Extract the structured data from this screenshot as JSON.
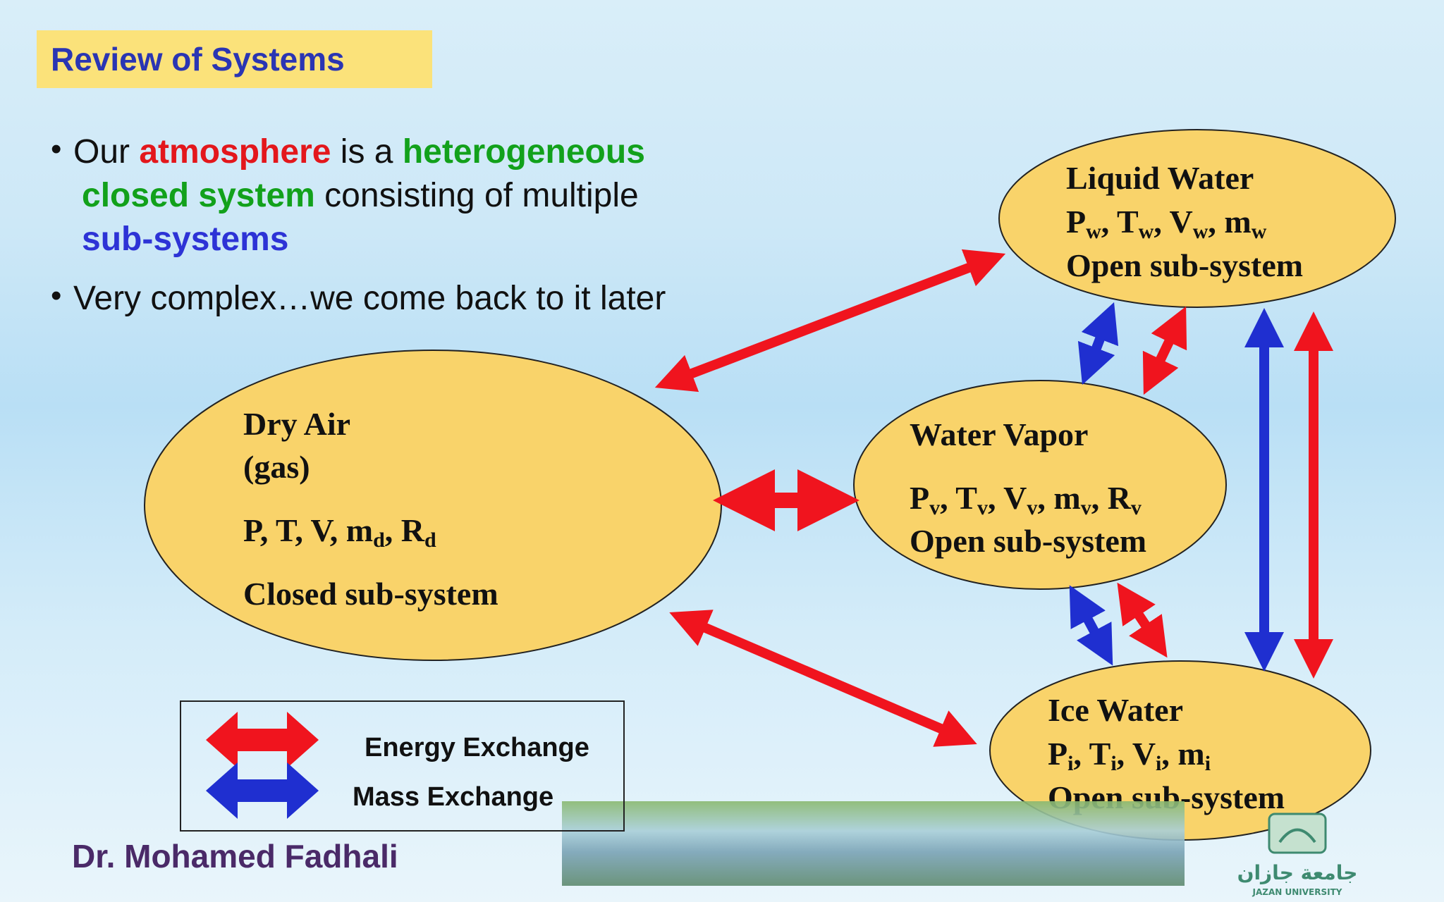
{
  "title": "Review of Systems",
  "bullets": {
    "b1": {
      "p1": "Our ",
      "atmosphere": "atmosphere",
      "p2": " is a ",
      "heterogeneous": "heterogeneous",
      "closed_system": "closed system",
      "p3": " consisting of multiple",
      "sub_systems": "sub-systems"
    },
    "b2": "Very complex…we come back to it later"
  },
  "nodes": {
    "dry_air": {
      "name": "Dry Air",
      "state": "(gas)",
      "props": "P, T, V, m",
      "sub_d": "d",
      "sep": ", R",
      "sub_d2": "d",
      "type": "Closed sub-system"
    },
    "water_vapor": {
      "name": "Water Vapor",
      "P": "P",
      "s1": "v",
      "T": ", T",
      "s2": "v",
      "V": ", V",
      "s3": "v",
      "m": ", m",
      "s4": "v",
      "R": ", R",
      "s5": "v",
      "type": "Open sub-system"
    },
    "liquid_water": {
      "name": "Liquid Water",
      "P": "P",
      "s1": "w",
      "T": ", T",
      "s2": "w",
      "V": ", V",
      "s3": "w",
      "m": ", m",
      "s4": "w",
      "type": "Open sub-system"
    },
    "ice_water": {
      "name": "Ice Water",
      "P": "P",
      "s1": "i",
      "T": ", T",
      "s2": "i",
      "V": ", V",
      "s3": "i",
      "m": ", m",
      "s4": "i",
      "type": "Open sub-system"
    }
  },
  "legend": {
    "energy": "Energy Exchange",
    "mass": "Mass Exchange"
  },
  "author": "Dr. Mohamed Fadhali",
  "logo": {
    "arabic": "جامعة جازان",
    "english": "JAZAN UNIVERSITY"
  },
  "colors": {
    "energy": "#f0141e",
    "mass": "#1f2fd0",
    "node_fill": "#f9d36a",
    "title_bg": "#fbe27a"
  }
}
